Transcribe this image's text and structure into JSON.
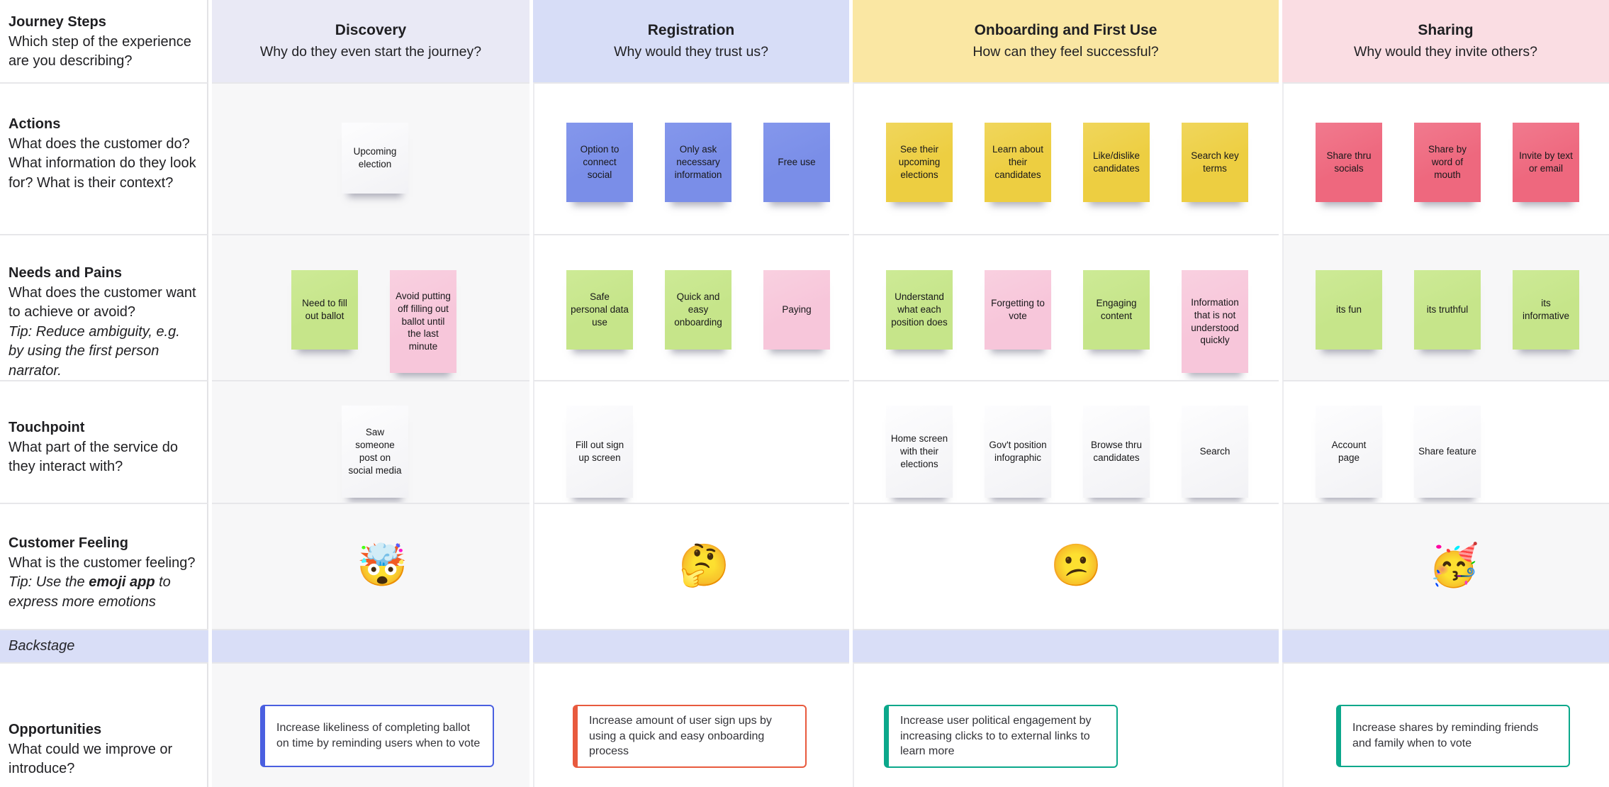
{
  "rows": {
    "journey_steps": {
      "title": "Journey Steps",
      "desc": "Which step of the experience are you describing?"
    },
    "actions": {
      "title": "Actions",
      "desc": "What does the customer do? What information do they look for? What is their context?"
    },
    "needs": {
      "title": "Needs and Pains",
      "desc": "What does the customer want to achieve or avoid?",
      "tip": "Tip: Reduce ambiguity, e.g. by using the first person narrator."
    },
    "touchpoint": {
      "title": "Touchpoint",
      "desc": "What part of the service do they interact with?"
    },
    "feeling": {
      "title": "Customer Feeling",
      "desc": "What is the customer feeling?",
      "tip_prefix": "Tip: Use the ",
      "tip_bold": "emoji app",
      "tip_suffix": " to express more emotions"
    },
    "backstage": {
      "title": "Backstage"
    },
    "opportunities": {
      "title": "Opportunities",
      "desc": "What could we improve or introduce?"
    }
  },
  "columns": [
    {
      "title": "Discovery",
      "subtitle": "Why do they even start the journey?",
      "header_bg": "#e9e9f5",
      "actions": [
        {
          "text": "Upcoming election",
          "color": "white"
        }
      ],
      "needs": [
        {
          "text": "Need to fill out ballot",
          "color": "green"
        },
        {
          "text": "Avoid putting off filling out ballot until the last minute",
          "color": "pink"
        }
      ],
      "touchpoints": [
        {
          "text": "Saw someone post on social media",
          "color": "white"
        }
      ],
      "feeling": {
        "emoji": "🤯",
        "name": "exploding-head"
      },
      "opportunity": {
        "text": "Increase likeliness of completing ballot on time by reminding users when to vote",
        "accent": "#4a5fe0"
      }
    },
    {
      "title": "Registration",
      "subtitle": "Why would they trust us?",
      "header_bg": "#d7ddf7",
      "actions": [
        {
          "text": "Option to connect social",
          "color": "blue"
        },
        {
          "text": "Only ask necessary information",
          "color": "blue"
        },
        {
          "text": "Free use",
          "color": "blue"
        }
      ],
      "needs": [
        {
          "text": "Safe personal data use",
          "color": "green"
        },
        {
          "text": "Quick and easy onboarding",
          "color": "green"
        },
        {
          "text": "Paying",
          "color": "pink"
        }
      ],
      "touchpoints": [
        {
          "text": "Fill out sign up screen",
          "color": "white"
        }
      ],
      "feeling": {
        "emoji": "🤔",
        "name": "thinking-face"
      },
      "opportunity": {
        "text": "Increase amount of user sign ups by using a quick and easy onboarding process",
        "accent": "#e85a3e"
      }
    },
    {
      "title": "Onboarding and First Use",
      "subtitle": "How can they feel successful?",
      "header_bg": "#fae7a3",
      "actions": [
        {
          "text": "See their upcoming elections",
          "color": "yellow"
        },
        {
          "text": "Learn about their candidates",
          "color": "yellow"
        },
        {
          "text": "Like/dislike candidates",
          "color": "yellow"
        },
        {
          "text": "Search key terms",
          "color": "yellow"
        }
      ],
      "needs": [
        {
          "text": "Understand what each position does",
          "color": "green"
        },
        {
          "text": "Forgetting to vote",
          "color": "pink"
        },
        {
          "text": "Engaging content",
          "color": "green"
        },
        {
          "text": "Information that is not understood quickly",
          "color": "pink"
        }
      ],
      "touchpoints": [
        {
          "text": "Home screen with their elections",
          "color": "white"
        },
        {
          "text": "Gov't position infographic",
          "color": "white"
        },
        {
          "text": "Browse thru candidates",
          "color": "white"
        },
        {
          "text": "Search",
          "color": "white"
        }
      ],
      "feeling": {
        "emoji": "😕",
        "name": "confused-face"
      },
      "opportunity": {
        "text": "Increase user political engagement by increasing clicks to to external links to learn more",
        "accent": "#0ba88b"
      }
    },
    {
      "title": "Sharing",
      "subtitle": "Why would they invite others?",
      "header_bg": "#fadde3",
      "actions": [
        {
          "text": "Share thru socials",
          "color": "red"
        },
        {
          "text": "Share by word of mouth",
          "color": "red"
        },
        {
          "text": "Invite by text or email",
          "color": "red"
        }
      ],
      "needs": [
        {
          "text": "its fun",
          "color": "green"
        },
        {
          "text": "its truthful",
          "color": "green"
        },
        {
          "text": "its informative",
          "color": "green"
        }
      ],
      "touchpoints": [
        {
          "text": "Account page",
          "color": "white"
        },
        {
          "text": "Share feature",
          "color": "white"
        }
      ],
      "feeling": {
        "emoji": "🥳",
        "name": "partying-face"
      },
      "opportunity": {
        "text": "Increase shares by reminding friends and family when to vote",
        "accent": "#0ba88b"
      }
    }
  ],
  "colors": {
    "sticky_blue": "#7a8ee8",
    "sticky_yellow": "#edce41",
    "sticky_red": "#ee687e",
    "sticky_green": "#c6e58a",
    "sticky_pink": "#f7c6da",
    "sticky_white": "#f4f4f6",
    "backstage_band": "#d9def7",
    "opportunity_blue": "#4a5fe0",
    "opportunity_red": "#e85a3e",
    "opportunity_teal": "#0ba88b",
    "cell_gray": "#f7f7f8"
  }
}
